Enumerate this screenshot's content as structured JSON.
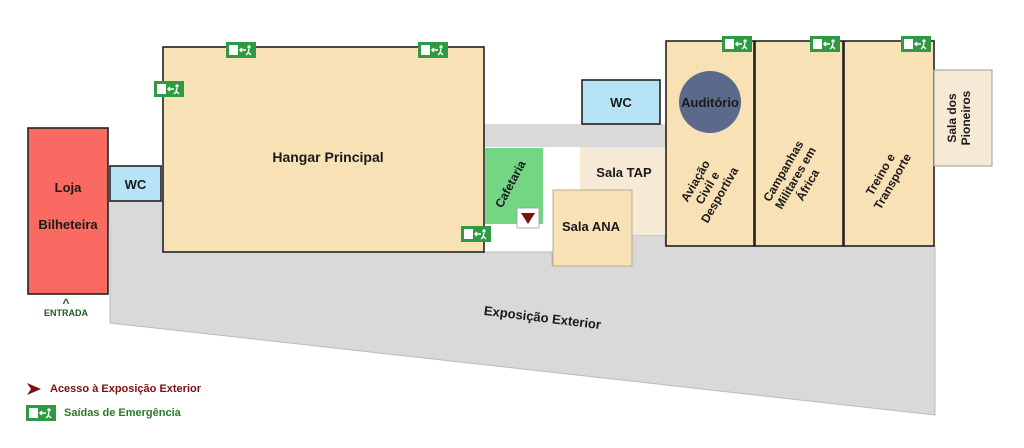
{
  "rooms": {
    "loja": "Loja",
    "bilheteira": "Bilheteira",
    "wc_left": "WC",
    "hangar": "Hangar Principal",
    "wc_top": "WC",
    "cafetaria": "Cafetaria",
    "sala_tap": "Sala TAP",
    "sala_ana": "Sala ANA",
    "auditorio": "Auditório",
    "aviacao": [
      "Aviação",
      "Civil e",
      "Desportiva"
    ],
    "campanhas": [
      "Campanhas",
      "Militares em",
      "África"
    ],
    "treino": [
      "Treino e",
      "Transporte"
    ],
    "pioneiros": [
      "Sala dos",
      "Pioneiros"
    ],
    "exposicao": "Exposição Exterior"
  },
  "entrada": "ENTRADA",
  "legend": {
    "access": "Acesso à Exposição Exterior",
    "exits": "Saídas de Emergência"
  },
  "colors": {
    "room_fill": "#f7e1b5",
    "corridor": "#d9d9d9",
    "loja": "#f86a62",
    "wc": "#b6e3f5",
    "cafetaria": "#74d585",
    "sala_tap": "#f6ead6",
    "auditorio": "#5b6a8a",
    "exit_green": "#2e9a44",
    "access_red": "#7a1010"
  }
}
